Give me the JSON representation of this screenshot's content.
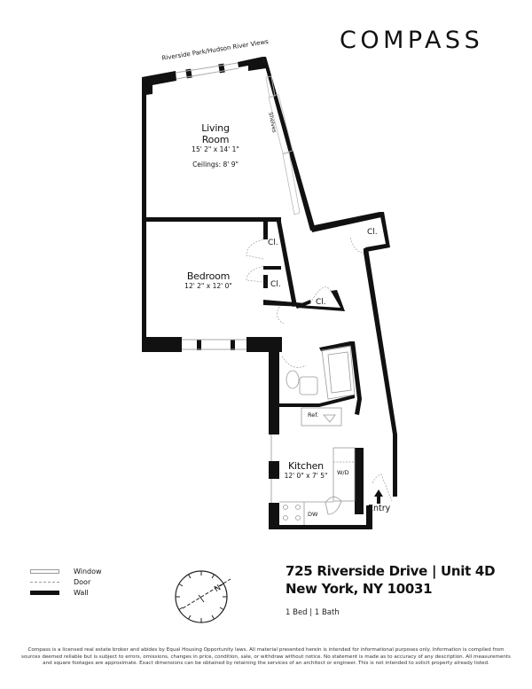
{
  "brand": {
    "logo_text": "COMPASS"
  },
  "floorplan": {
    "view_label": "Riverside Park/Hudson River Views",
    "rooms": [
      {
        "name_line1": "Living",
        "name_line2": "Room",
        "dimensions": "15' 2\" x 14' 1\"",
        "ceilings": "Ceilings: 8' 9\""
      },
      {
        "name": "Bedroom",
        "dimensions": "12' 2\" x 12' 0\""
      },
      {
        "name": "Kitchen",
        "dimensions": "12' 0\" x 7' 5\""
      }
    ],
    "labels": {
      "shelves": "Shelves",
      "closet": "Cl.",
      "refrigerator": "Ref.",
      "washer_dryer": "W/D",
      "dishwasher": "DW",
      "entry": "Entry"
    }
  },
  "legend": {
    "items": [
      {
        "label": "Window"
      },
      {
        "label": "Door"
      },
      {
        "label": "Wall"
      }
    ]
  },
  "compass": {
    "north_label": "N"
  },
  "listing": {
    "address_line1": "725 Riverside Drive | Unit 4D",
    "address_line2": "New York, NY 10031",
    "summary": "1 Bed | 1 Bath"
  },
  "disclaimer": "Compass is a licensed real estate broker and abides by Equal Housing Opportunity laws. All material presented herein is intended for informational purposes only. Information is compiled from sources deemed reliable but is subject to errors, omissions, changes in price, condition, sale, or withdraw without notice. No statement is made as to accuracy of any description. All measurements and square footages are approximate. Exact dimensions can be obtained by retaining the services of an architect or engineer. This is not intended to solicit property already listed."
}
